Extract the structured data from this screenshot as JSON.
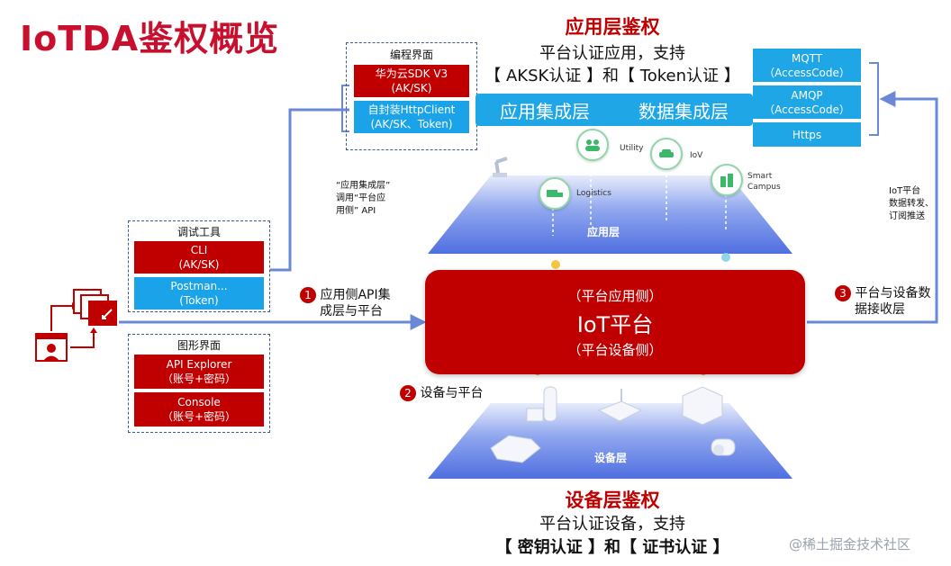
{
  "page_title": "IoTDA鉴权概览",
  "app_auth": {
    "title": "应用层鉴权",
    "line1": "平台认证应用，支持",
    "line2": "【 AKSK认证 】和【 Token认证 】"
  },
  "device_auth": {
    "title": "设备层鉴权",
    "line1": "平台认证设备，支持",
    "line2": "【 密钥认证 】和【 证书认证 】"
  },
  "programming": {
    "caption": "编程界面",
    "sdk_line1": "华为云SDK V3",
    "sdk_line2": "(AK/SK)",
    "http_line1": "自封装HttpClient",
    "http_line2": "(AK/SK、Token)"
  },
  "debug_tools": {
    "caption": "调试工具",
    "cli_line1": "CLI",
    "cli_line2": "(AK/SK)",
    "postman_line1": "Postman...",
    "postman_line2": "(Token)"
  },
  "gui": {
    "caption": "图形界面",
    "explorer_line1": "API Explorer",
    "explorer_line2": "（账号+密码）",
    "console_line1": "Console",
    "console_line2": "（账号+密码）"
  },
  "layers": {
    "app_integration": "应用集成层",
    "data_integration": "数据集成层",
    "app_layer": "应用层",
    "device_layer": "设备层"
  },
  "protocols": [
    {
      "line1": "MQTT",
      "line2": "（AccessCode）"
    },
    {
      "line1": "AMQP",
      "line2": "（AccessCode）"
    },
    {
      "line1": "Https",
      "line2": ""
    }
  ],
  "app_note": {
    "line1": "“应用集成层”",
    "line2": "调用“平台应",
    "line3": "用侧” API"
  },
  "forward_note": {
    "line1": "IoT平台",
    "line2": "数据转发、",
    "line3": "订阅推送"
  },
  "iot": {
    "top": "（平台应用侧）",
    "main": "IoT平台",
    "bottom": "（平台设备侧）"
  },
  "steps": [
    {
      "num": "1",
      "line1": "应用侧API集",
      "line2": "成层与平台"
    },
    {
      "num": "2",
      "line1": "设备与平台",
      "line2": ""
    },
    {
      "num": "3",
      "line1": "平台与设备数",
      "line2": "据接收层"
    }
  ],
  "app_icons": [
    {
      "label": "Utility",
      "icon": "people-icon"
    },
    {
      "label": "IoV",
      "icon": "car-icon"
    },
    {
      "label": "Logistics",
      "icon": "truck-icon"
    },
    {
      "label": "Smart",
      "label2": "Campus",
      "icon": "building-icon"
    }
  ],
  "watermark": "@稀土掘金技术社区",
  "colors": {
    "red": "#c00000",
    "blue": "#1ea6e6",
    "arrow": "#6b88d6"
  }
}
